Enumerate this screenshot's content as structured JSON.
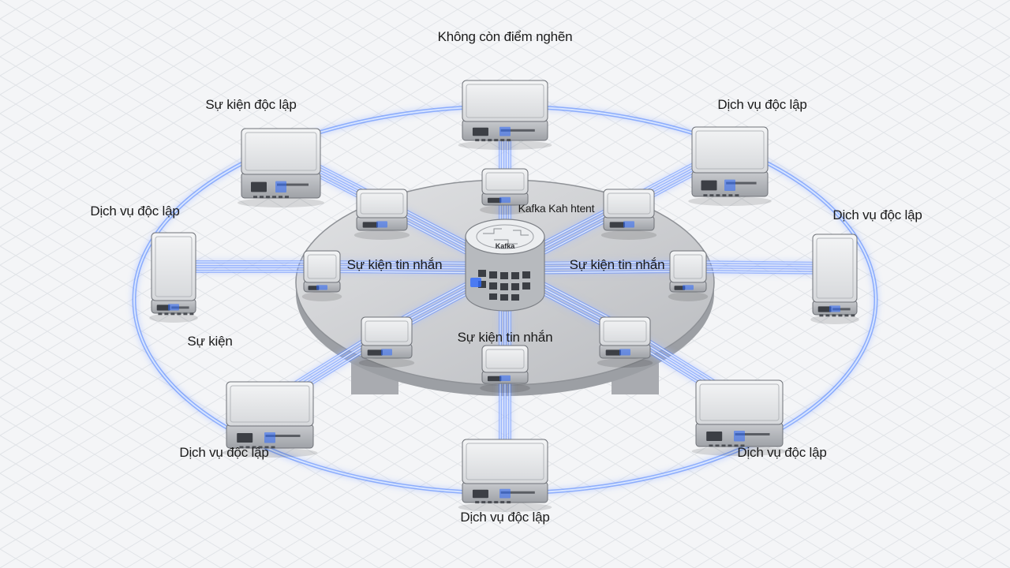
{
  "title": "Không còn điểm nghẽn",
  "hub": {
    "top_label": "Kafka",
    "caption": "Kafka Kah htent"
  },
  "labels": {
    "service_top_right": "Dịch vụ độc lập",
    "event_top_left": "Sự kiện độc lập",
    "service_left": "Dịch vụ độc lập",
    "service_right": "Dịch vụ độc lập",
    "event_left_lower": "Sự kiện",
    "service_bottom_left": "Dịch vụ độc lập",
    "service_bottom_right": "Dịch vụ độc lập",
    "service_bottom": "Dịch vụ độc lập",
    "msg_left": "Sự kiện tin nhắn",
    "msg_right": "Sự kiện tin nhắn",
    "msg_center": "Sự kiện tin nhắn"
  },
  "colors": {
    "background": "#f4f5f7",
    "grid": "#dfe2e6",
    "platform": "#c8cacd",
    "device_body": "#dcdee1",
    "device_dark": "#8d9096",
    "link_glow": "#3b7bff",
    "link_core": "#cfe0ff",
    "text": "#1a1a1a"
  }
}
